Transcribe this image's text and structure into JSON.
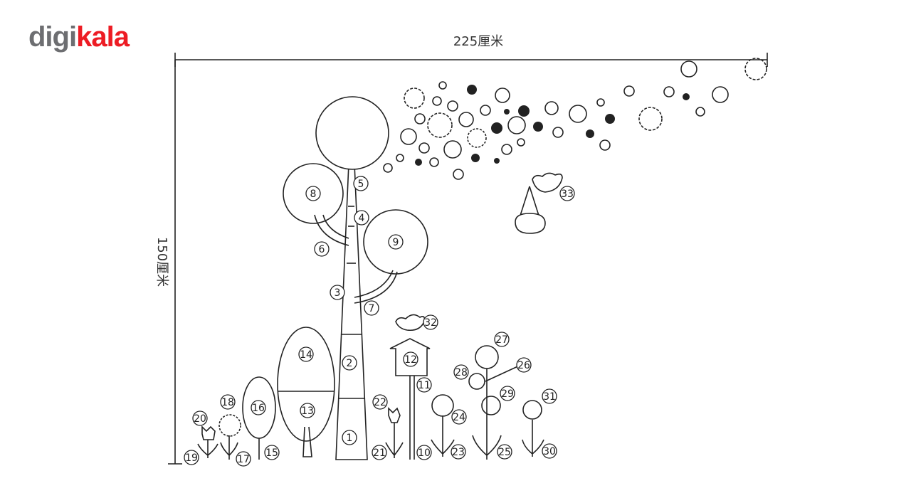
{
  "brand": {
    "part1": "digi",
    "part2": "kala",
    "color_grey": "#6d6e71",
    "color_red": "#ed1c24"
  },
  "dimensions": {
    "width_label": "225厘米",
    "height_label": "150厘米"
  },
  "markers": [
    "1",
    "2",
    "3",
    "4",
    "5",
    "6",
    "7",
    "8",
    "9",
    "10",
    "11",
    "12",
    "13",
    "14",
    "15",
    "16",
    "17",
    "18",
    "19",
    "20",
    "21",
    "22",
    "23",
    "24",
    "25",
    "26",
    "27",
    "28",
    "29",
    "30",
    "31",
    "32",
    "33"
  ],
  "icons": [
    "flower-icon",
    "sun-flower-icon",
    "bird-icon",
    "birdhouse-icon",
    "tulip-icon",
    "basket-icon"
  ]
}
